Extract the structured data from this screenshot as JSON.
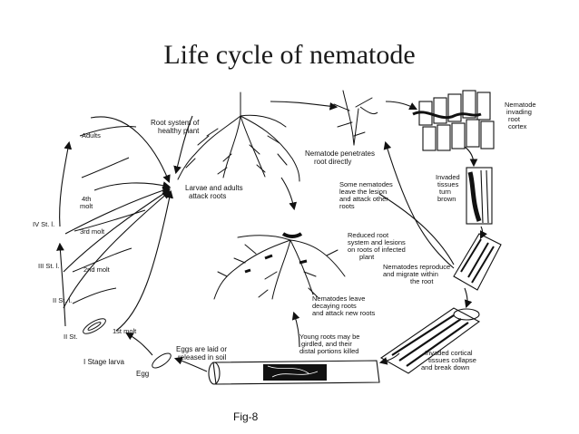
{
  "title": "Life cycle of nematode",
  "figure_label": "Fig-8",
  "labels": {
    "root_system_healthy": [
      "Root system of",
      "healthy plant"
    ],
    "larvae_attack": [
      "Larvae and adults",
      "attack roots"
    ],
    "nematode_penetrates": [
      "Nematode penetrates",
      "root directly"
    ],
    "nematode_invading": [
      "Nematode",
      "invading",
      "root",
      "cortex"
    ],
    "invaded_tissues": [
      "Invaded",
      "tissues",
      "turn",
      "brown"
    ],
    "some_nematodes_leave": [
      "Some nematodes",
      "leave the lesion",
      "and attack other",
      "roots"
    ],
    "reduced_root_system": [
      "Reduced root",
      "system and lesions",
      "on roots of infected",
      "plant"
    ],
    "nematodes_reproduce": [
      "Nematodes reproduce",
      "and migrate within",
      "the root"
    ],
    "nematodes_leave_decaying": [
      "Nematodes leave",
      "decaying roots",
      "and attack new roots"
    ],
    "young_roots_girdled": [
      "Young roots may be",
      "girdled, and their",
      "distal portions killed"
    ],
    "invaded_cortical": [
      "Invaded cortical",
      "tissues collapse",
      "and break down"
    ],
    "eggs_laid": [
      "Eggs are laid or",
      "released in soil"
    ],
    "egg": "Egg",
    "i_stage_larva": "I Stage larva",
    "first_molt": "1st molt",
    "ii_st": "II St.",
    "ii_st_l2": "II St. l.",
    "second_molt": "2nd molt",
    "iii_st": "III St. l.",
    "third_molt": "3rd molt",
    "iv_st": "IV St. l.",
    "fourth_molt": [
      "4th",
      "molt"
    ],
    "adults": "Adults"
  }
}
